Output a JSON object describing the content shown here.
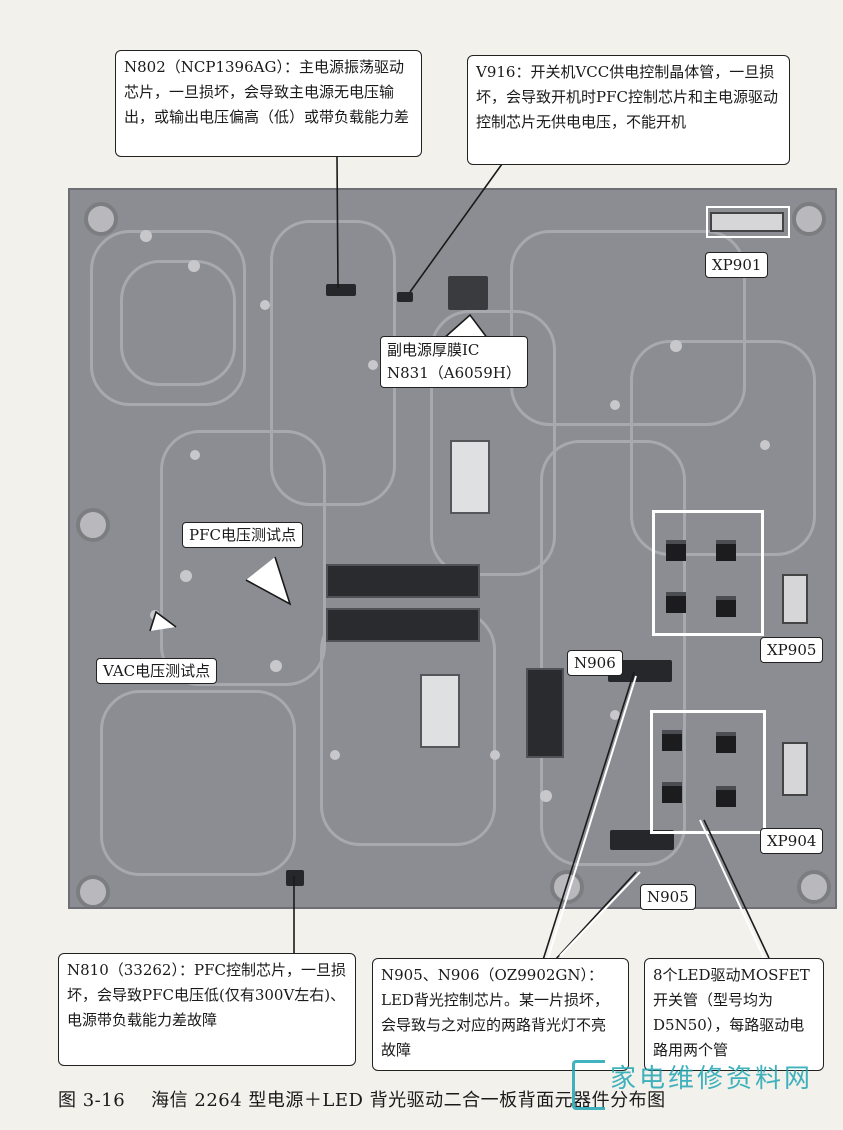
{
  "callouts": {
    "n802": "N802（NCP1396AG）：主电源振荡驱动芯片，一旦损坏，会导致主电源无电压输出，或输出电压偏高（低）或带负载能力差",
    "v916": "V916：开关机VCC供电控制晶体管，一旦损坏，会导致开机时PFC控制芯片和主电源驱动控制芯片无供电电压，不能开机",
    "n810": "N810（33262）：PFC控制芯片，一旦损坏，会导致PFC电压低(仅有300V左右)、电源带负载能力差故障",
    "n905_n906": "N905、N906（OZ9902GN）：LED背光控制芯片。某一片损坏，会导致与之对应的两路背光灯不亮故障",
    "mosfet": "8个LED驱动MOSFET开关管（型号均为D5N50），每路驱动电路用两个管"
  },
  "tags": {
    "n831_line1": "副电源厚膜IC",
    "n831_line2": "N831（A6059H）",
    "xp901": "XP901",
    "pfc_test": "PFC电压测试点",
    "vac_test": "VAC电压测试点",
    "n906": "N906",
    "xp905": "XP905",
    "xp904": "XP904",
    "n905": "N905"
  },
  "caption": {
    "number": "图 3-16",
    "text": "海信 2264 型电源＋LED 背光驱动二合一板背面元器件分布图"
  },
  "watermark": {
    "text": "家电维修资料网",
    "color": "#1fa6b4"
  }
}
